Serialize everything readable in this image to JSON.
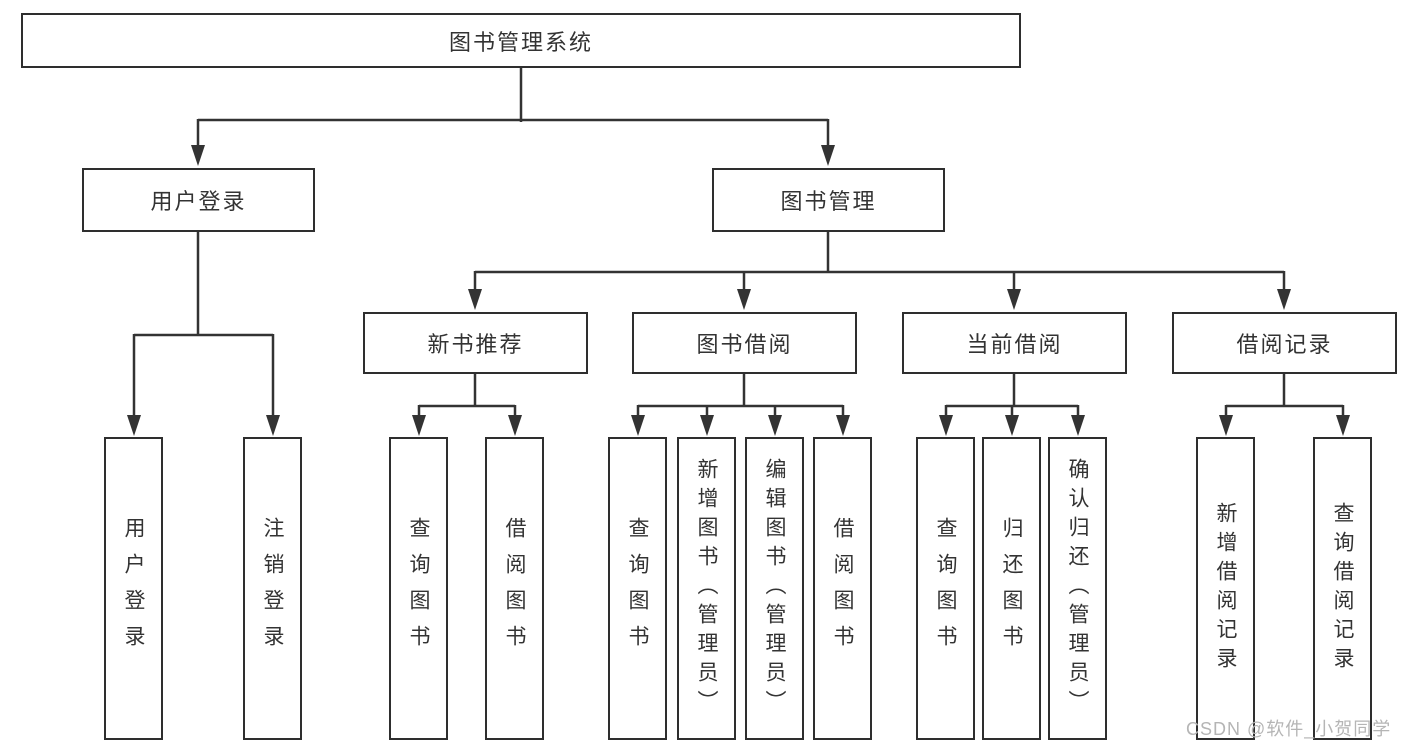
{
  "diagram": {
    "root": {
      "label": "图书管理系统"
    },
    "branches": [
      {
        "label": "用户登录",
        "children": [
          {
            "label": "用户登录"
          },
          {
            "label": "注销登录"
          }
        ]
      },
      {
        "label": "图书管理",
        "children": [
          {
            "label": "新书推荐",
            "children": [
              {
                "label": "查询图书"
              },
              {
                "label": "借阅图书"
              }
            ]
          },
          {
            "label": "图书借阅",
            "children": [
              {
                "label": "查询图书"
              },
              {
                "label": "新增图书（管理员）"
              },
              {
                "label": "编辑图书（管理员）"
              },
              {
                "label": "借阅图书"
              }
            ]
          },
          {
            "label": "当前借阅",
            "children": [
              {
                "label": "查询图书"
              },
              {
                "label": "归还图书"
              },
              {
                "label": "确认归还（管理员）"
              }
            ]
          },
          {
            "label": "借阅记录",
            "children": [
              {
                "label": "新增借阅记录"
              },
              {
                "label": "查询借阅记录"
              }
            ]
          }
        ]
      }
    ],
    "colors": {
      "line": "#333333",
      "box_border": "#2e2e2e",
      "text": "#333333",
      "watermark": "#b5b5b5",
      "background": "#ffffff"
    },
    "watermark": {
      "text": "CSDN @软件_小贺同学"
    }
  }
}
